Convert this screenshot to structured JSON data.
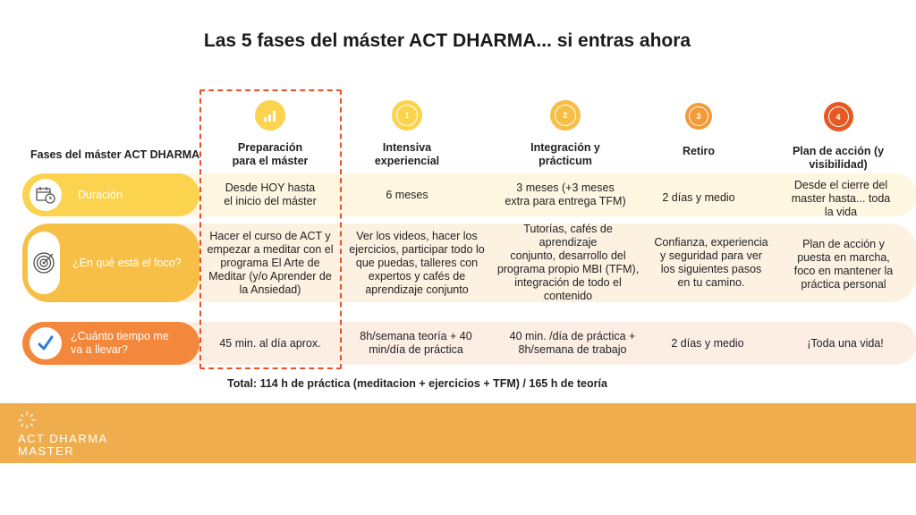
{
  "title": "Las 5 fases del máster ACT DHARMA... si entras ahora",
  "row_header": "Fases del máster ACT DHARMA",
  "colors": {
    "accent": "#e8512a",
    "footer": "#f0ad4e"
  },
  "columns": [
    {
      "label": "Preparación para el máster",
      "line1": "Preparación",
      "line2": "para el máster",
      "badge": "",
      "icon": "bar-chart-icon",
      "color": "#fbd34f"
    },
    {
      "label": "Intensiva experiencial",
      "line1": "Intensiva",
      "line2": "experiencial",
      "badge": "1",
      "color": "#fbd34f"
    },
    {
      "label": "Integración y prácticum",
      "line1": "Integración y",
      "line2": "prácticum",
      "badge": "2",
      "color": "#f7bf45"
    },
    {
      "label": "Retiro",
      "line1": "Retiro",
      "line2": "",
      "badge": "3",
      "color": "#f39b38"
    },
    {
      "label": "Plan de acción (y visibilidad)",
      "line1": "Plan de acción (y",
      "line2": "visibilidad)",
      "badge": "4",
      "color": "#e55a24"
    }
  ],
  "rows": [
    {
      "label_line1": "Duración",
      "label_line2": "",
      "icon": "calendar-clock-icon",
      "cells": [
        [
          "Desde HOY hasta",
          "el inicio del máster"
        ],
        [
          "6 meses"
        ],
        [
          "3 meses (+3 meses",
          "extra para entrega TFM)"
        ],
        [
          "2 días y medio"
        ],
        [
          "Desde el cierre del",
          "master hasta... toda",
          "la vida"
        ]
      ]
    },
    {
      "label_line1": "¿En qué está el foco?",
      "label_line2": "",
      "icon": "target-icon",
      "cells": [
        [
          "Hacer el curso de ACT y",
          "empezar a meditar con el",
          "programa El Arte de",
          "Meditar (y/o Aprender de",
          "la Ansiedad)"
        ],
        [
          "Ver los videos, hacer los",
          "ejercicios, participar todo lo",
          "que puedas, talleres con",
          "expertos y cafés de",
          "aprendizaje conjunto"
        ],
        [
          "Tutorías, cafés de aprendizaje",
          "conjunto, desarrollo del",
          "programa propio MBI (TFM),",
          "integración de todo el",
          "contenido"
        ],
        [
          "Confianza, experiencia",
          "y seguridad para ver",
          "los siguientes pasos",
          "en tu camino."
        ],
        [
          "Plan de acción y",
          "puesta en marcha,",
          "foco en mantener la",
          "práctica personal"
        ]
      ]
    },
    {
      "label_line1": "¿Cuánto tiempo me",
      "label_line2": "va a llevar?",
      "icon": "checkmark-icon",
      "cells": [
        [
          "45 min. al día aprox."
        ],
        [
          "8h/semana teoría + 40",
          "min/día de práctica"
        ],
        [
          "40 min. /día de práctica +",
          "8h/semana de trabajo"
        ],
        [
          "2 días y medio"
        ],
        [
          "¡Toda una vida!"
        ]
      ]
    }
  ],
  "total": "Total: 114 h de práctica (meditacion + ejercicios + TFM) / 165 h de teoría",
  "footer": {
    "brand_line1": "ACT DHARMA",
    "brand_line2": "MASTER",
    "logo_icon": "sunburst-logo-icon"
  }
}
